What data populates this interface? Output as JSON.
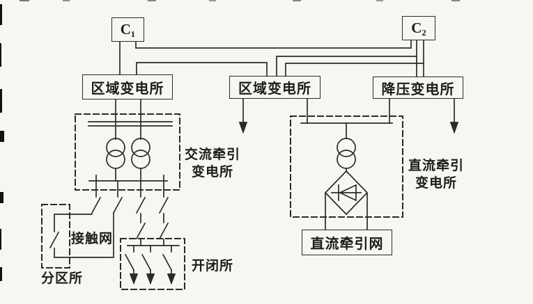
{
  "colors": {
    "ink": "#2b2a27",
    "paper": "#f7f6f2"
  },
  "nodes": {
    "source1": "C₁",
    "source2": "C₂",
    "regional_left": "区域变电所",
    "regional_mid": "区域变电所",
    "stepdown": "降压变电所",
    "dc_network": "直流牵引网"
  },
  "labels": {
    "ac_sub_l1": "交流牵引",
    "ac_sub_l2": "变电所",
    "dc_sub_l1": "直流牵引",
    "dc_sub_l2": "变电所",
    "catenary": "接触网",
    "sectioning_post": "分区所",
    "switching_station": "开闭所"
  }
}
